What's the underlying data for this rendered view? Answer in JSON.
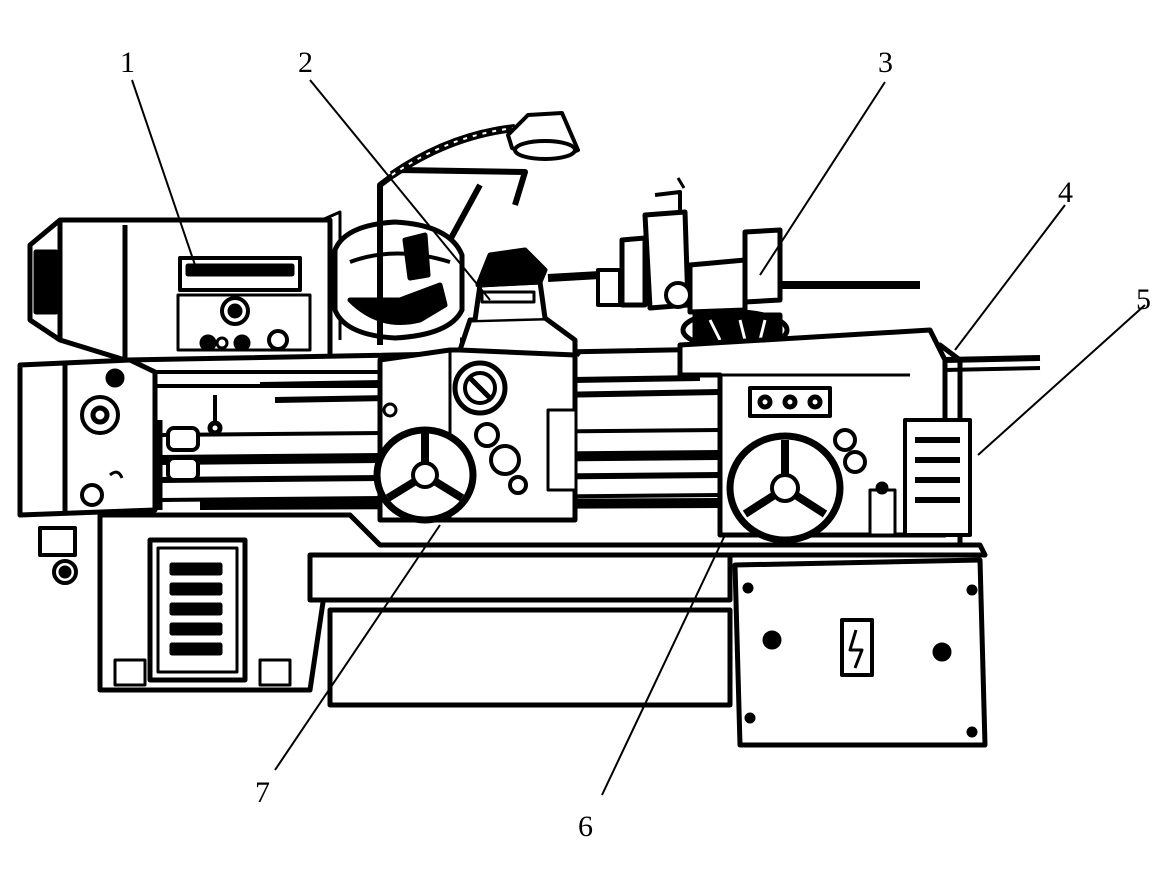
{
  "diagram": {
    "callouts": [
      {
        "id": "1",
        "text": "1"
      },
      {
        "id": "2",
        "text": "2"
      },
      {
        "id": "3",
        "text": "3"
      },
      {
        "id": "4",
        "text": "4"
      },
      {
        "id": "5",
        "text": "5"
      },
      {
        "id": "6",
        "text": "6"
      },
      {
        "id": "7",
        "text": "7"
      }
    ],
    "colors": {
      "ink": "#000000",
      "paper": "#ffffff"
    }
  }
}
